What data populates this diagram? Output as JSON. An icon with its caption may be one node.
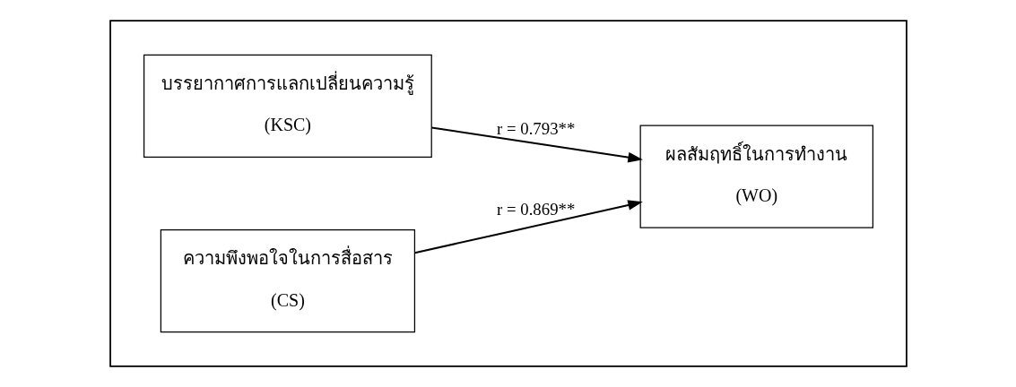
{
  "diagram": {
    "nodes": [
      {
        "text": [],
        "shape": "box"
      },
      {
        "text": [
          "บรรยากาศการแลกเปลี่ยนความรู้",
          "(KSC)"
        ],
        "in": 0
      },
      {
        "text": [
          "ผลสัมฤทธิ์ในการทำงาน",
          "(WO)"
        ],
        "in": 0
      },
      {
        "text": [
          "ความพึงพอใจในการสื่อสาร",
          "(CS)"
        ],
        "in": 0
      }
    ],
    "edges": [
      {
        "from": 1,
        "to": 2,
        "arrow": "to",
        "label": "r = 0.793**"
      },
      {
        "from": 3,
        "to": 2,
        "arrow": "to",
        "label": "r = 0.869**"
      }
    ]
  }
}
